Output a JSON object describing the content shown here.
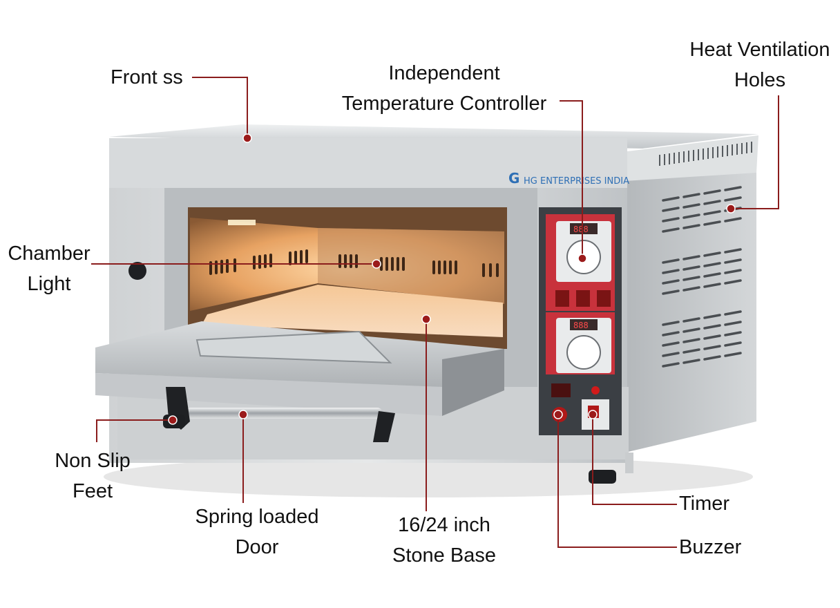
{
  "brand": {
    "logo_letter": "G",
    "name": "HG ENTERPRISES INDIA"
  },
  "colors": {
    "leader": "#8a1c1c",
    "dot": "#9b1b1b",
    "panel": "#c8323c",
    "chamber": "#e8a25a",
    "steel": "#c9ccce"
  },
  "panel": {
    "display_top": "888",
    "display_bottom": "888"
  },
  "labels": {
    "front_ss": {
      "lines": [
        "Front ss"
      ]
    },
    "temp_controller": {
      "lines": [
        "Independent",
        "Temperature Controller"
      ]
    },
    "heat_vent": {
      "lines": [
        "Heat Ventilation",
        "Holes"
      ]
    },
    "chamber_light": {
      "lines": [
        "Chamber",
        "Light"
      ]
    },
    "non_slip": {
      "lines": [
        "Non Slip",
        "Feet"
      ]
    },
    "spring_door": {
      "lines": [
        "Spring loaded",
        "Door"
      ]
    },
    "stone_base": {
      "lines": [
        "16/24 inch",
        "Stone Base"
      ]
    },
    "timer": {
      "lines": [
        "Timer"
      ]
    },
    "buzzer": {
      "lines": [
        "Buzzer"
      ]
    }
  }
}
